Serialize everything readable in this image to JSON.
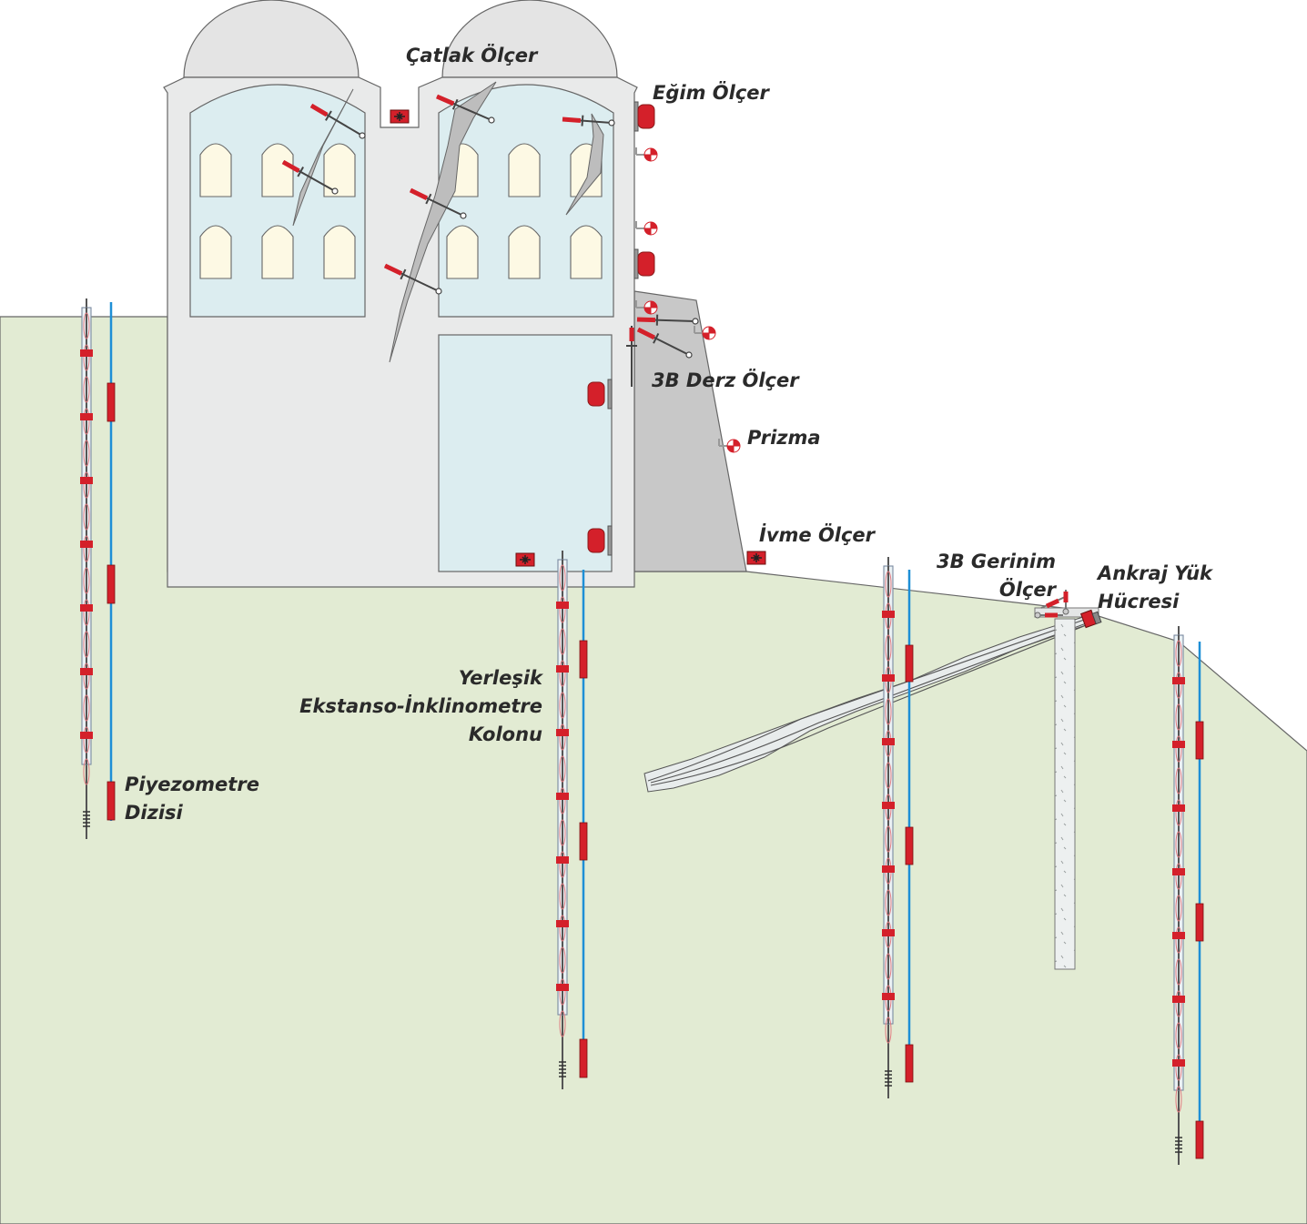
{
  "labels": {
    "catlak": "Çatlak Ölçer",
    "egim": "Eğim Ölçer",
    "derz": "3B Derz Ölçer",
    "prizma": "Prizma",
    "ivme": "İvme Ölçer",
    "gerinim": [
      "3B Gerinim",
      "Ölçer"
    ],
    "ankraj": [
      "Ankraj Yük",
      "Hücresi"
    ],
    "yerlesik": [
      "Yerleşik",
      "Ekstanso-İnklinometre",
      "Kolonu"
    ],
    "piyezometre": [
      "Piyezometre",
      "Dizisi"
    ]
  },
  "colors": {
    "ground": "#e2ebd3",
    "building": "#e9eaea",
    "glass": "#dcedf0",
    "window": "#fdf9e4",
    "buttress": "#c8c8c8",
    "sensor_red": "#d4202a",
    "cable_blue": "#1e8fd6",
    "outline": "#555555"
  },
  "icons": [
    "crack-meter-icon",
    "tilt-meter-icon",
    "prism-icon",
    "accelerometer-icon",
    "jointmeter-icon",
    "strain-gauge-icon",
    "anchor-load-cell-icon",
    "extenso-inclinometer-icon",
    "piezometer-icon"
  ]
}
